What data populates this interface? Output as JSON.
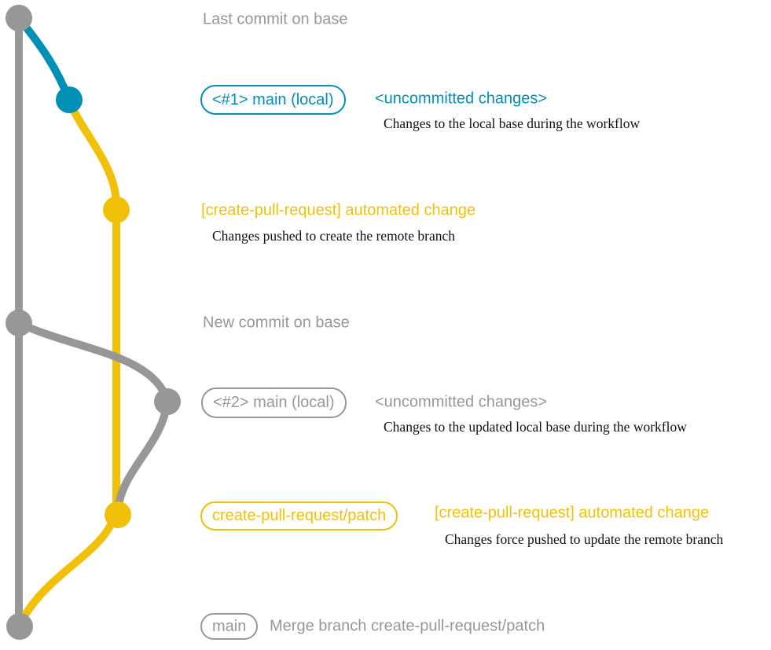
{
  "colors": {
    "gray": "#979797",
    "teal": "#008fb5",
    "yellow": "#f1c109",
    "description_text": "#101010",
    "background": "#ffffff"
  },
  "graph": {
    "nodes": [
      {
        "name": "last-commit-on-base",
        "color": "gray"
      },
      {
        "name": "local-uncommitted-1",
        "color": "teal"
      },
      {
        "name": "automated-change-1",
        "color": "yellow"
      },
      {
        "name": "new-commit-on-base",
        "color": "gray"
      },
      {
        "name": "local-uncommitted-2",
        "color": "gray"
      },
      {
        "name": "automated-change-2",
        "color": "yellow"
      },
      {
        "name": "merge-commit",
        "color": "gray"
      }
    ]
  },
  "labels": {
    "last_commit": "Last commit on base",
    "badge_main1": "<#1> main (local)",
    "uncommitted1": "<uncommitted changes>",
    "desc1": "Changes to the local base during the workflow",
    "automated1": "[create-pull-request] automated change",
    "desc2": "Changes pushed to create the remote branch",
    "new_commit": "New commit on base",
    "badge_main2": "<#2> main (local)",
    "uncommitted2": "<uncommitted changes>",
    "desc3": "Changes to the updated local base during the workflow",
    "badge_patch": "create-pull-request/patch",
    "automated2": "[create-pull-request] automated change",
    "desc4": "Changes force pushed to update the remote branch",
    "badge_main_final": "main",
    "merge_text": "Merge branch create-pull-request/patch"
  }
}
